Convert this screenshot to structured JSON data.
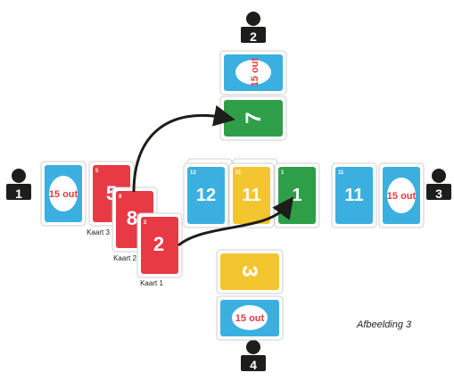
{
  "players": [
    {
      "id": "player-1",
      "number": "1"
    },
    {
      "id": "player-2",
      "number": "2"
    },
    {
      "id": "player-3",
      "number": "3"
    },
    {
      "id": "player-4",
      "number": "4"
    }
  ],
  "logo_text": "15 out",
  "cards": {
    "top_played": {
      "value": "7",
      "color": "#2e9f48"
    },
    "center": [
      {
        "value": "12",
        "color": "#3bb0e0"
      },
      {
        "value": "11",
        "color": "#f3c62f"
      },
      {
        "value": "1",
        "color": "#2e9f48"
      }
    ],
    "right_card": {
      "value": "11",
      "color": "#3bb0e0"
    },
    "bottom_card": {
      "value": "3",
      "color": "#f3c62f"
    },
    "hand": [
      {
        "value": "5",
        "label": "Kaart 3"
      },
      {
        "value": "8",
        "label": "Kaart 2"
      },
      {
        "value": "2",
        "label": "Kaart 1"
      }
    ]
  },
  "colors": {
    "red": "#e83a45",
    "blue": "#3bb0e0",
    "green": "#2e9f48",
    "yellow": "#f3c62f",
    "dark": "#1d1d1b"
  },
  "caption": "Afbeelding 3"
}
